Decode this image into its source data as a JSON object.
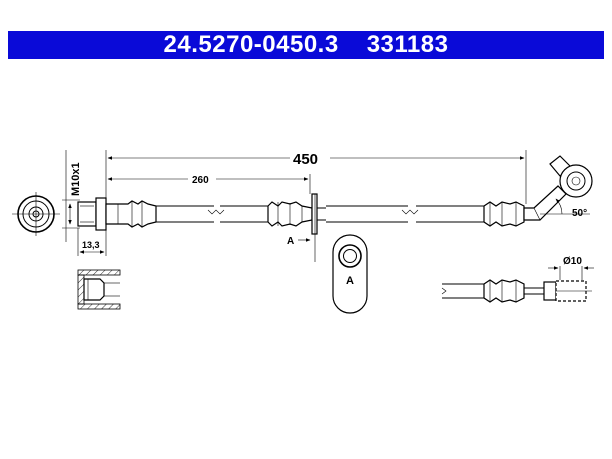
{
  "header": {
    "part_number": "24.5270-0450.3",
    "ref_number": "331183",
    "bg_color": "#0a0ad8",
    "text_color": "#ffffff"
  },
  "dimensions": {
    "total_length": "450",
    "partial_length": "260",
    "thread": "M10x1",
    "fitting_length": "13,3",
    "bend_angle": "50°",
    "banjo_diameter": "Ø10"
  },
  "labels": {
    "bracket_marker": "A",
    "detail_marker": "A"
  }
}
